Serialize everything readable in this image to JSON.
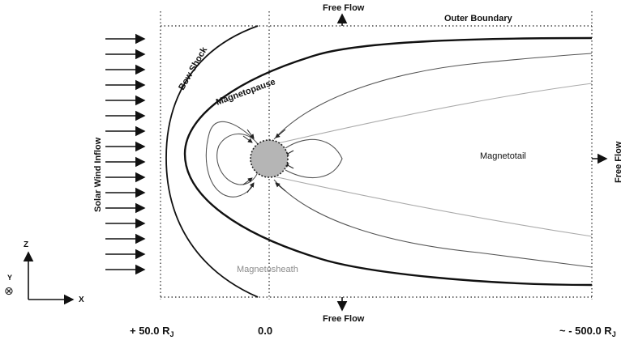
{
  "labels": {
    "free_flow_top": "Free Flow",
    "outer_boundary": "Outer Boundary",
    "free_flow_right": "Free Flow",
    "free_flow_bottom": "Free Flow",
    "bow_shock": "Bow Shock",
    "magnetopause": "Magnetopause",
    "magnetotail": "Magnetotail",
    "magnetosheath": "Magnetosheath",
    "solar_wind_inflow": "Solar Wind Inflow"
  },
  "axis_ticks": {
    "left": "+ 50.0 R",
    "left_sub": "J",
    "center": "0.0",
    "right": "~ - 500.0 R",
    "right_sub": "J"
  },
  "axes": {
    "z": "Z",
    "y": "Y",
    "x": "X",
    "y_symbol": "⊗"
  },
  "colors": {
    "planet_fill": "#b5b5b5",
    "bold_line": "#111111",
    "field_line": "#555555",
    "light_line": "#aaaaaa",
    "sheath_text": "#8a8a8a"
  }
}
